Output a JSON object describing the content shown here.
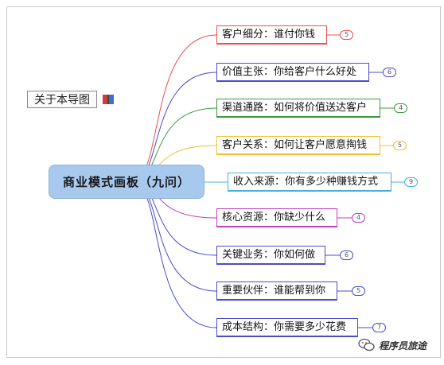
{
  "about_label": "关于本导图",
  "center_label": "商业模式画板（九问）",
  "topics": [
    {
      "label": "客户细分：谁付你钱",
      "badge": "5",
      "color": "#e8504c"
    },
    {
      "label": "价值主张：你给客户什么好处",
      "badge": "6",
      "color": "#4a4cc8"
    },
    {
      "label": "渠道通路：如何将价值送达客户",
      "badge": "4",
      "color": "#3a9a3a"
    },
    {
      "label": "客户关系：如何让客户愿意掏钱",
      "badge": "5",
      "color": "#f0c030"
    },
    {
      "label": "收入来源：你有多少种赚钱方式",
      "badge": "9",
      "color": "#45b0e0"
    },
    {
      "label": "核心资源：你缺少什么",
      "badge": "4",
      "color": "#c040c0"
    },
    {
      "label": "关键业务：你如何做",
      "badge": "6",
      "color": "#4a4cc8"
    },
    {
      "label": "重要伙伴：谁能帮到你",
      "badge": "5",
      "color": "#4a4cc8"
    },
    {
      "label": "成本结构：你需要多少花费",
      "badge": "7",
      "color": "#4a4cc8"
    }
  ],
  "watermark_text": "程序员旅途",
  "icons": {
    "about": "book-icon",
    "watermark": "wechat-icon"
  }
}
